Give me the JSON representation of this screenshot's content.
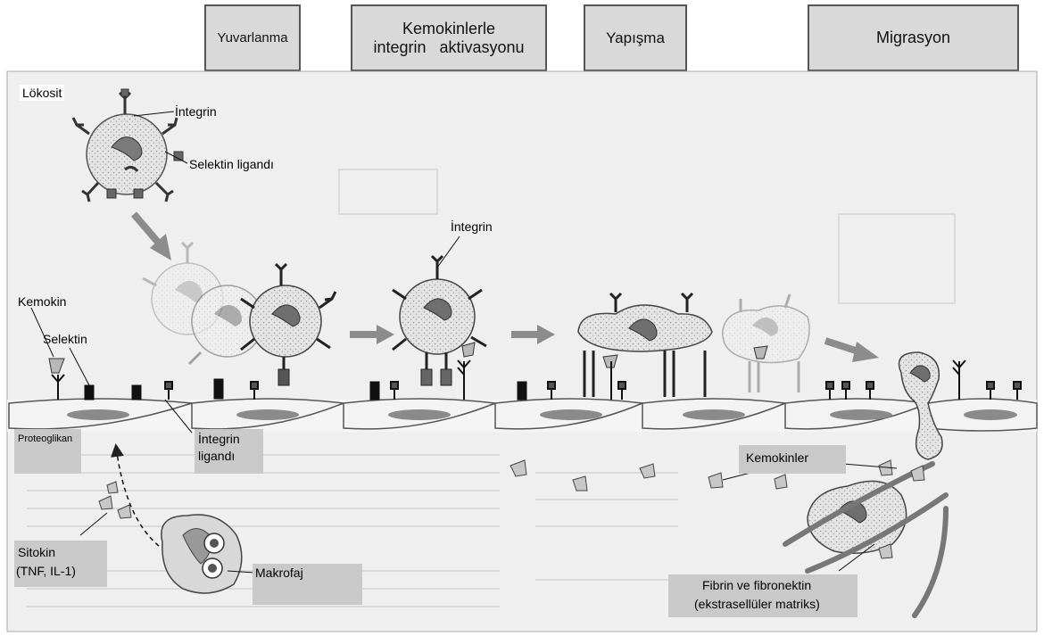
{
  "stages": [
    {
      "id": "rolling",
      "label": "Yuvarlanma"
    },
    {
      "id": "activation",
      "label": "Kemokinlerle integrin aktivasyonu",
      "lines": [
        "Kemokinlerle",
        "integrin   aktivasyonu"
      ]
    },
    {
      "id": "adhesion",
      "label": "Yapışma"
    },
    {
      "id": "migration",
      "label": "Migrasyon"
    }
  ],
  "labels": {
    "leukocyte": "Lökosit",
    "integrin_top": "İntegrin",
    "selectin_ligand": "Selektin ligandı",
    "integrin_mid": "İntegrin",
    "chemokine": "Kemokin",
    "selectin": "Selektin",
    "proteoglycan": "Proteoglikan",
    "integrin_ligand_line1": "İntegrin",
    "integrin_ligand_line2": "ligandı",
    "cytokine_line1": "Sitokin",
    "cytokine_line2": "(TNF, IL-1)",
    "macrophage": "Makrofaj",
    "chemokines": "Kemokinler",
    "fibrin_line1": "Fibrin ve fibronektin",
    "fibrin_line2": "(ekstrasellüler matriks)"
  },
  "colors": {
    "box_fill": "#d9d9d9",
    "box_border": "#555555",
    "cell_fill": "#e8e8e8",
    "nucleus": "#8a8a8a",
    "arrow": "#8c8c8c",
    "background_panel": "#efefef"
  }
}
